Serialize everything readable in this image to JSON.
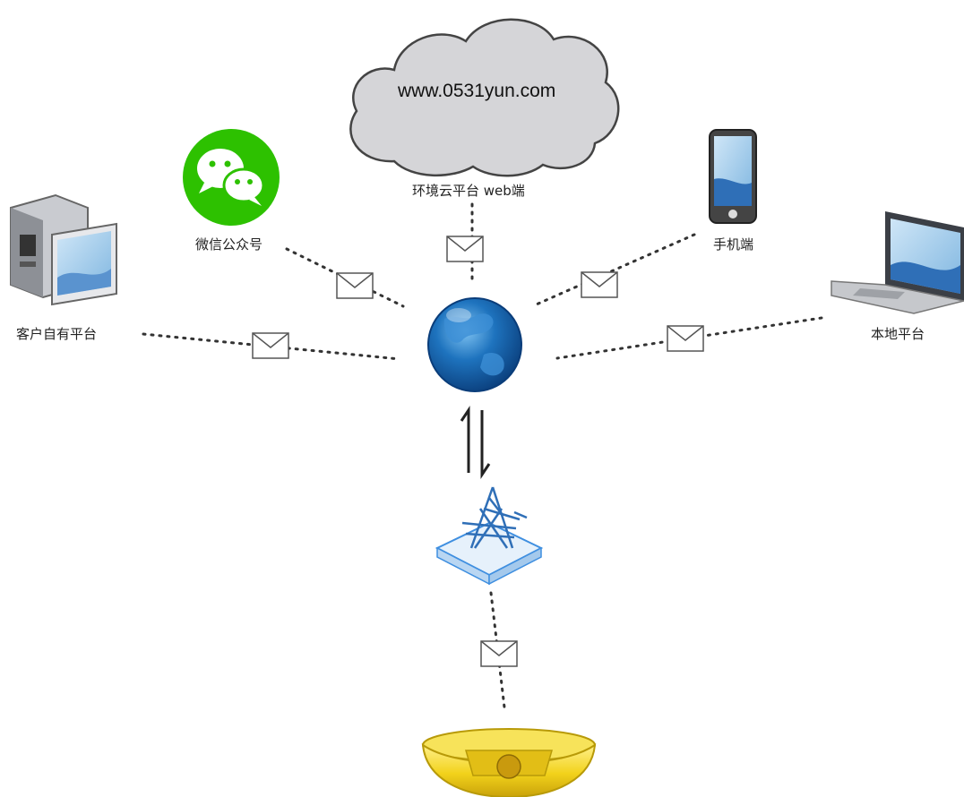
{
  "diagram": {
    "cloud_url": "www.0531yun.com",
    "labels": {
      "cloud_platform": "环境云平台 web端",
      "wechat": "微信公众号",
      "mobile": "手机端",
      "customer_platform": "客户自有平台",
      "local_platform": "本地平台"
    },
    "icons": {
      "cloud": "cloud-icon",
      "wechat": "wechat-icon",
      "phone": "smartphone-icon",
      "desktop": "desktop-computer-icon",
      "laptop": "laptop-icon",
      "globe": "globe-icon",
      "tower": "transmission-tower-icon",
      "device": "sensor-device-icon",
      "message": "envelope-icon",
      "arrows": "bidirectional-arrows-icon"
    },
    "colors": {
      "wechat_green": "#2DC100",
      "globe_blue": "#1E73BE",
      "tower_blue": "#3F8FE0",
      "device_yellow": "#F2D21B",
      "cloud_gray": "#D5D5D8"
    }
  }
}
